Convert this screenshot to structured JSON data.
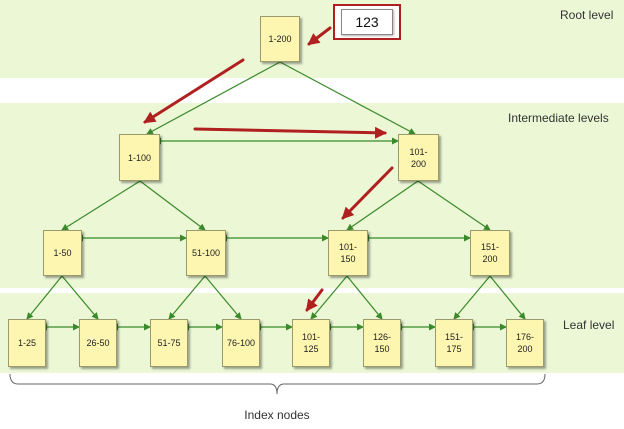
{
  "levels": {
    "root": "Root level",
    "intermediate": "Intermediate levels",
    "leaf": "Leaf level"
  },
  "search_value": "123",
  "caption": "Index nodes",
  "nodes": {
    "root": [
      "1-200"
    ],
    "intermediate_1": [
      "1-100",
      "101-\n200"
    ],
    "intermediate_2": [
      "1-50",
      "51-100",
      "101-\n150",
      "151-\n200"
    ],
    "leaf": [
      "1-25",
      "26-50",
      "51-75",
      "76-100",
      "101-\n125",
      "126-\n150",
      "151-\n175",
      "176-\n200"
    ]
  },
  "colors": {
    "band": "#ecf7d6",
    "node_fill": "#fdf6b0",
    "link": "#3a8a2a",
    "arrow": "#b02020"
  }
}
